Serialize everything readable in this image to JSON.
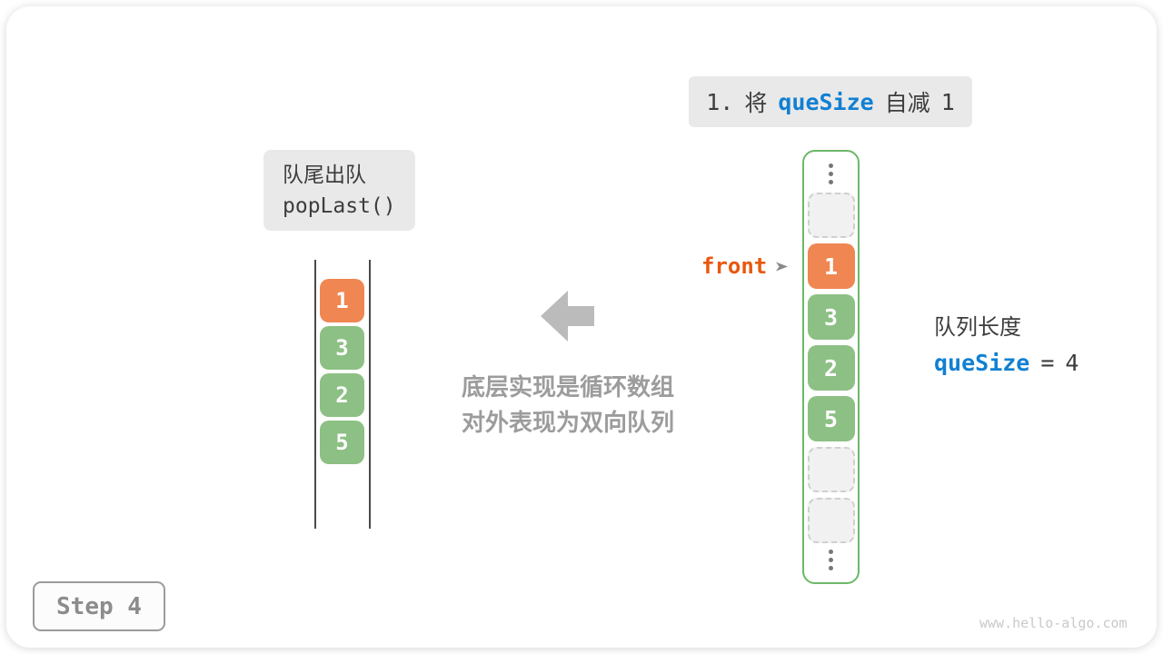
{
  "colors": {
    "accent_blue": "#1180D2",
    "accent_orange": "#F08651",
    "accent_green": "#8DC084",
    "container_border_green": "#6CB86A",
    "front_label_orange": "#E8580E",
    "box_gray": "#E9E9E9"
  },
  "step_banner": {
    "number": "1.",
    "before_code": "将",
    "code": "queSize",
    "after_code": "自减",
    "amount": "1"
  },
  "operation_box": {
    "title": "队尾出队",
    "method": "popLast()"
  },
  "left_array": {
    "cells": [
      {
        "value": "1",
        "color": "orange"
      },
      {
        "value": "3",
        "color": "green"
      },
      {
        "value": "2",
        "color": "green"
      },
      {
        "value": "5",
        "color": "green"
      }
    ]
  },
  "caption": {
    "line1": "底层实现是循环数组",
    "line2": "对外表现为双向队列"
  },
  "front_pointer": {
    "label": "front"
  },
  "ring_buffer": {
    "cells": [
      {
        "kind": "ellipsis"
      },
      {
        "kind": "empty"
      },
      {
        "kind": "value",
        "value": "1",
        "color": "orange",
        "pointed_by": "front"
      },
      {
        "kind": "value",
        "value": "3",
        "color": "green"
      },
      {
        "kind": "value",
        "value": "2",
        "color": "green"
      },
      {
        "kind": "value",
        "value": "5",
        "color": "green"
      },
      {
        "kind": "empty"
      },
      {
        "kind": "empty"
      },
      {
        "kind": "ellipsis"
      }
    ]
  },
  "queue_length": {
    "label": "队列长度",
    "code": "queSize",
    "equals": "=",
    "value": "4"
  },
  "step_indicator": {
    "label": "Step 4"
  },
  "watermark": "www.hello-algo.com"
}
